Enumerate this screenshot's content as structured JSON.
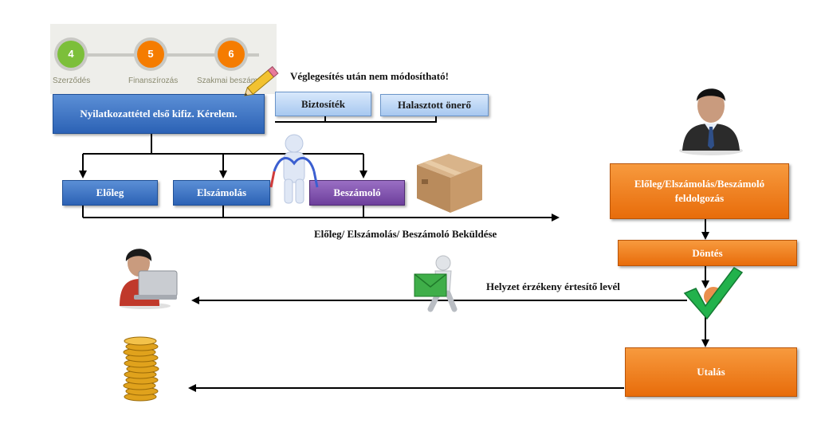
{
  "steps": [
    {
      "number": "4",
      "label": "Szerződés",
      "color": "#7cbf3a"
    },
    {
      "number": "5",
      "label": "Finanszírozás",
      "color": "#f57c00"
    },
    {
      "number": "6",
      "label": "Szakmai beszám",
      "color": "#f57c00"
    }
  ],
  "notes": {
    "finalize": "Véglegesítés után nem módosítható!",
    "submit": "Előleg/ Elszámolás/ Beszámoló Beküldése",
    "notification": "Helyzet érzékeny értesítő levél"
  },
  "boxes": {
    "declaration": "Nyilatkozattétel  első kifiz. Kérelem.",
    "guarantee": "Biztosíték",
    "deferred": "Halasztott önerő",
    "advance": "Előleg",
    "settlement": "Elszámolás",
    "report": "Beszámoló",
    "processing": "Előleg/Elszámolás/Beszámoló feldolgozás",
    "decision": "Döntés",
    "transfer": "Utalás"
  },
  "colors": {
    "blue": "#2c62b5",
    "purple": "#6d3f9c",
    "orange": "#e86c0a",
    "green": "#22b24c"
  }
}
